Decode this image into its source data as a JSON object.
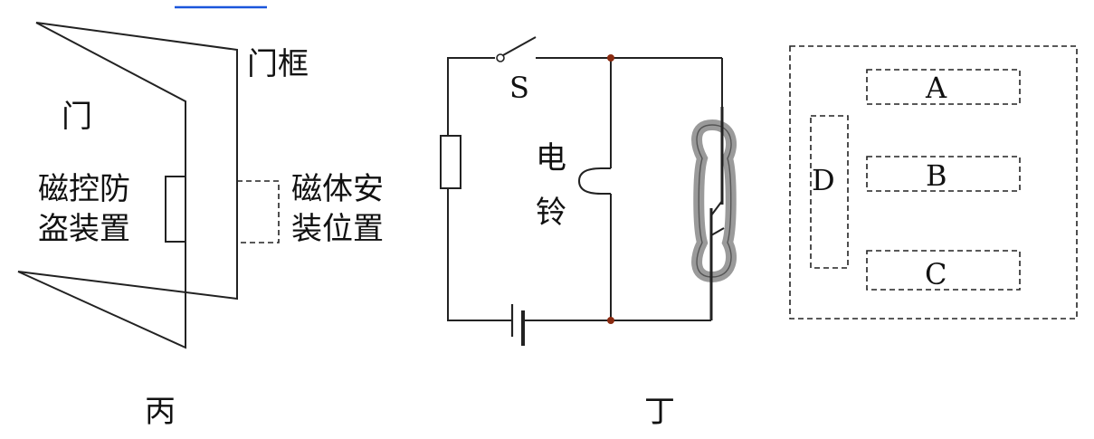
{
  "figure_bing": {
    "caption": "丙",
    "door_label": "门",
    "frame_label": "门框",
    "device_label_line1": "磁控防",
    "device_label_line2": "盗装置",
    "magnet_label_line1": "磁体安",
    "magnet_label_line2": "装位置"
  },
  "figure_ding": {
    "caption": "丁",
    "switch_label": "S",
    "bell_label_line1": "电",
    "bell_label_line2": "铃"
  },
  "figure_boxes": {
    "box_a": "A",
    "box_b": "B",
    "box_c": "C",
    "box_d": "D"
  },
  "colors": {
    "accent_line": "#1a56db",
    "junction_dot": "#8a2a10",
    "reed_glass": "#9a9a9a"
  }
}
